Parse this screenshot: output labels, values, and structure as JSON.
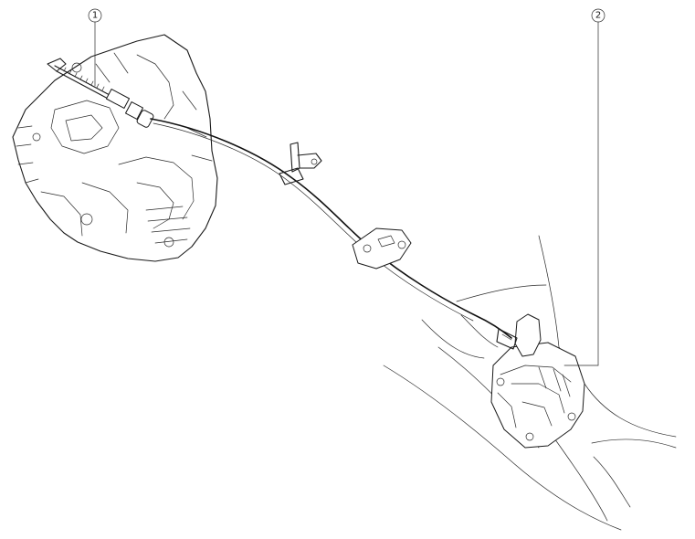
{
  "callouts": [
    {
      "id": "1",
      "label": "1"
    },
    {
      "id": "2",
      "label": "2"
    }
  ],
  "parts": {
    "transaxle": "transaxle-housing",
    "cable": "shift-cable",
    "shifter": "shift-lever-assembly"
  }
}
